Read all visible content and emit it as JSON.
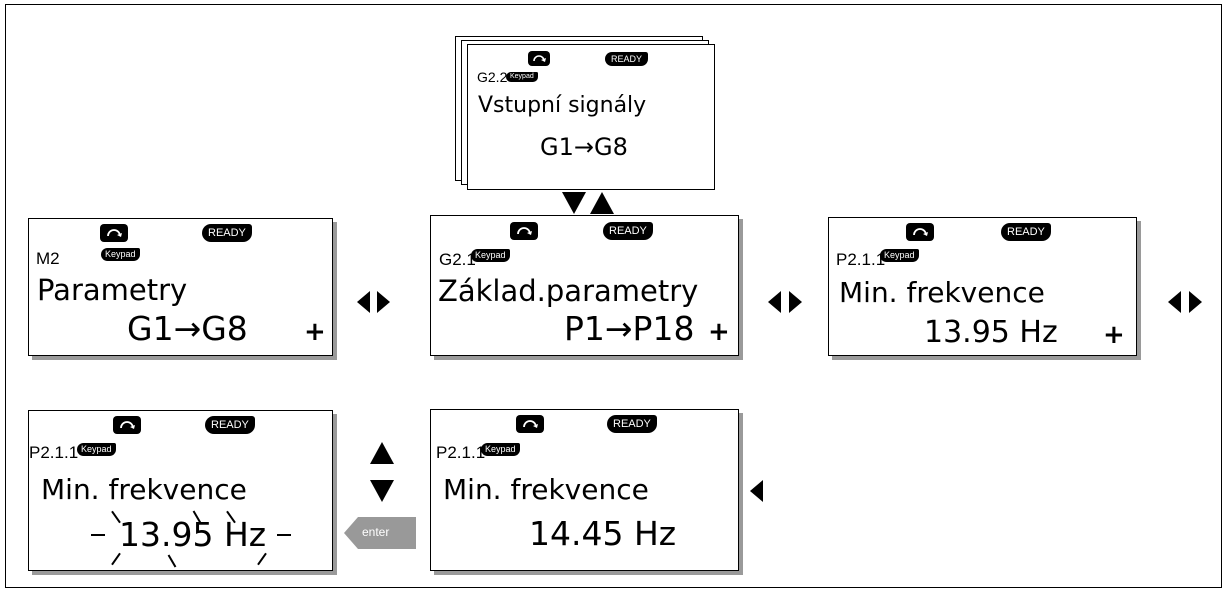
{
  "panels": {
    "top": {
      "code": "G2.2",
      "keypad": "Keypad",
      "ready": "READY",
      "title": "Vstupní signály",
      "value": "G1→G8"
    },
    "m2": {
      "code": "M2",
      "keypad": "Keypad",
      "ready": "READY",
      "title": "Parametry",
      "value": "G1→G8",
      "plus": "+"
    },
    "g21": {
      "code": "G2.1",
      "keypad": "Keypad",
      "ready": "READY",
      "title": "Základ.parametry",
      "value": "P1→P18",
      "plus": "+"
    },
    "p211": {
      "code": "P2.1.1",
      "keypad": "Keypad",
      "ready": "READY",
      "title": "Min. frekvence",
      "value": "13.95 Hz",
      "plus": "+"
    },
    "edit": {
      "code": "P2.1.1",
      "keypad": "Keypad",
      "ready": "READY",
      "title": "Min. frekvence",
      "value": "13.95 Hz"
    },
    "changed": {
      "code": "P2.1.1",
      "keypad": "Keypad",
      "ready": "READY",
      "title": "Min. frekvence",
      "value": "14.45 Hz"
    }
  },
  "enter_key": {
    "label": "enter"
  }
}
